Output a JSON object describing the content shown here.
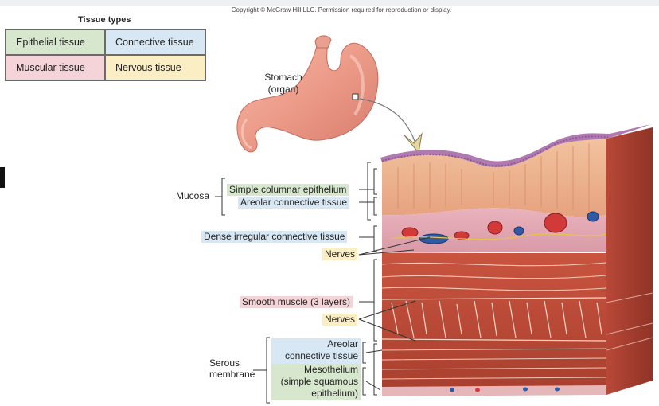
{
  "copyright": "Copyright © McGraw Hill LLC. Permission required for reproduction or display.",
  "legend": {
    "title": "Tissue types",
    "epithelial": "Epithelial tissue",
    "connective": "Connective tissue",
    "muscular": "Muscular tissue",
    "nervous": "Nervous tissue"
  },
  "stomach_label_1": "Stomach",
  "stomach_label_2": "(organ)",
  "mucosa": "Mucosa",
  "simple_columnar": "Simple columnar epithelium",
  "areolar_ct": "Areolar connective tissue",
  "dense_irregular": "Dense irregular connective tissue",
  "nerves_1": "Nerves",
  "smooth_muscle": "Smooth muscle (3 layers)",
  "nerves_2": "Nerves",
  "serous_1": "Serous",
  "serous_2": "membrane",
  "areolar_2a": "Areolar",
  "areolar_2b": "connective tissue",
  "meso_1": "Mesothelium",
  "meso_2": "(simple squamous",
  "meso_3": "epithelium)",
  "colors": {
    "epithelial": "#d7e7cd",
    "connective": "#d8e7f4",
    "muscular": "#f4d4d8",
    "nervous": "#fbeec4"
  }
}
